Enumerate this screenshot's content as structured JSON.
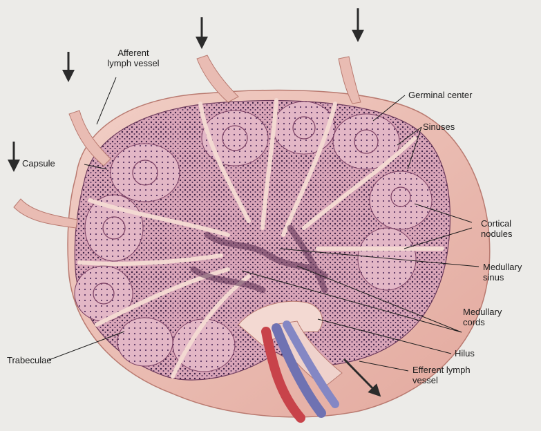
{
  "labels": {
    "afferent_lymph_vessel": [
      "Afferent",
      "lymph vessel"
    ],
    "capsule": "Capsule",
    "germinal_center": "Germinal center",
    "sinuses": "Sinuses",
    "cortical_nodules": [
      "Cortical",
      "nodules"
    ],
    "medullary_sinus": [
      "Medullary",
      "sinus"
    ],
    "medullary_cords": [
      "Medullary",
      "cords"
    ],
    "hilus": "Hilus",
    "efferent_lymph_vessel": [
      "Efferent lymph",
      "vessel"
    ],
    "trabeculae": "Trabeculae"
  },
  "colors": {
    "capsule_outer": "#e9bcb3",
    "tissue": "#d7a3b6",
    "trabecula": "#f3d9d2",
    "artery": "#c8434a",
    "vein": "#6f72b2",
    "arrow": "#2b2b2b"
  }
}
